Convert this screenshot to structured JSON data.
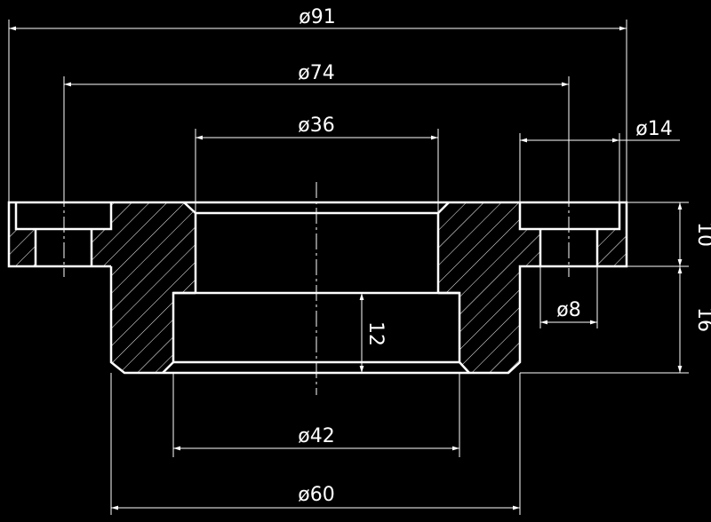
{
  "drawing": {
    "background": "#000000",
    "line_color": "#ffffff",
    "dimensions": {
      "d91": "ø91",
      "d74": "ø74",
      "d36": "ø36",
      "d14": "ø14",
      "d8": "ø8",
      "d42": "ø42",
      "d60": "ø60",
      "h10": "10",
      "h16": "16",
      "h12": "12"
    }
  }
}
